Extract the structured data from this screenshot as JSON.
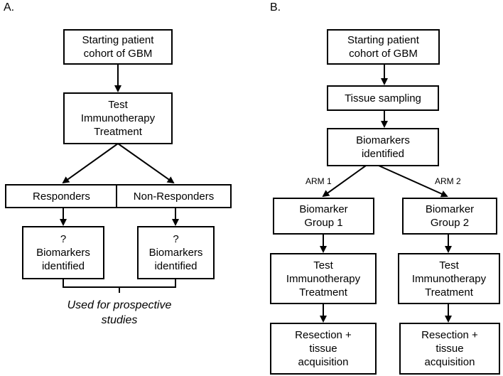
{
  "panel_a": {
    "label": "A.",
    "start_box": [
      "Starting patient",
      "cohort of GBM"
    ],
    "treatment_box": [
      "Test",
      "Immunotherapy",
      "Treatment"
    ],
    "responders_box": "Responders",
    "nonresponders_box": "Non-Responders",
    "biomarkers_left": [
      "?",
      "Biomarkers",
      "identified"
    ],
    "biomarkers_right": [
      "?",
      "Biomarkers",
      "identified"
    ],
    "note": [
      "Used for prospective",
      "studies"
    ]
  },
  "panel_b": {
    "label": "B.",
    "start_box": [
      "Starting patient",
      "cohort of GBM"
    ],
    "sampling_box": "Tissue sampling",
    "biomarkers_box": [
      "Biomarkers",
      "identified"
    ],
    "arm1_label": "ARM 1",
    "arm2_label": "ARM 2",
    "group1_box": [
      "Biomarker",
      "Group 1"
    ],
    "group2_box": [
      "Biomarker",
      "Group 2"
    ],
    "treatment1_box": [
      "Test",
      "Immunotherapy",
      "Treatment"
    ],
    "treatment2_box": [
      "Test",
      "Immunotherapy",
      "Treatment"
    ],
    "resection1_box": [
      "Resection +",
      "tissue",
      "acquisition"
    ],
    "resection2_box": [
      "Resection +",
      "tissue",
      "acquisition"
    ]
  }
}
